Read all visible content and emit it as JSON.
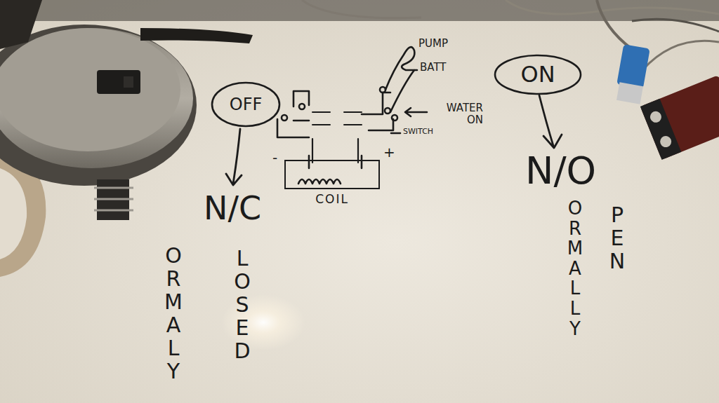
{
  "diagram": {
    "nodes": [
      {
        "text": [
          "OFF"
        ]
      },
      {
        "text": [
          "ON"
        ]
      },
      {
        "text": [
          "COIL"
        ]
      }
    ],
    "labels": [
      "N/C",
      "ORMALY",
      "LOSED",
      "N/O",
      "ORMALLY",
      "PEN",
      "PUMP",
      "BATT",
      "WATER ON",
      "SWITCH",
      "-",
      "+"
    ]
  }
}
